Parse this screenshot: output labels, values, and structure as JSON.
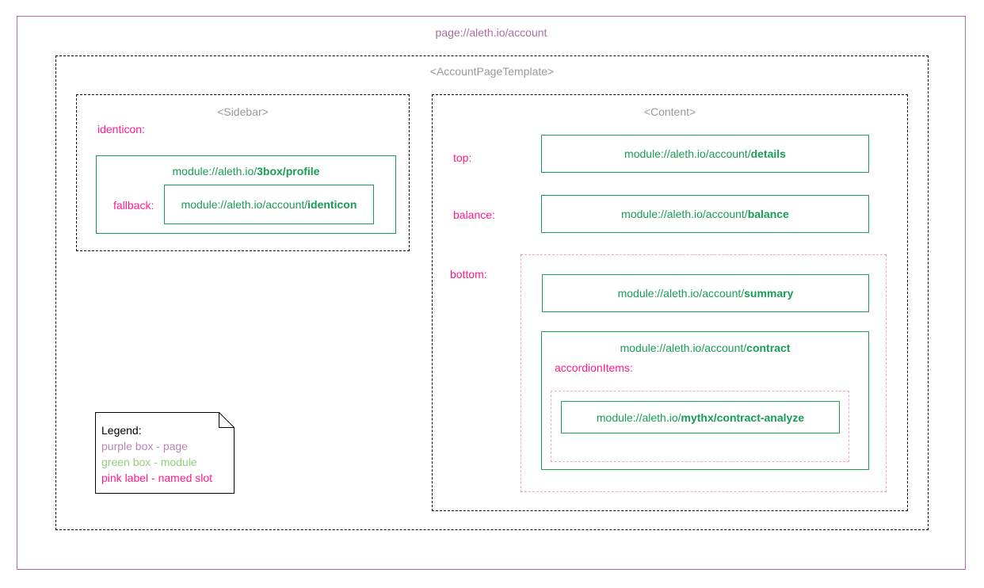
{
  "page": {
    "title": "page://aleth.io/account"
  },
  "template": {
    "label": "<AccountPageTemplate>",
    "sidebar": {
      "label": "<Sidebar>",
      "slots": {
        "identicon": "identicon:",
        "fallback": "fallback:"
      },
      "modules": {
        "profile": {
          "prefix": "module://aleth.io/",
          "name": "3box/profile"
        },
        "identicon": {
          "prefix": "module://aleth.io/account/",
          "name": "identicon"
        }
      }
    },
    "content": {
      "label": "<Content>",
      "slots": {
        "top": "top:",
        "balance": "balance:",
        "bottom": "bottom:",
        "accordion_items": "accordionItems:"
      },
      "modules": {
        "details": {
          "prefix": "module://aleth.io/account/",
          "name": "details"
        },
        "balance": {
          "prefix": "module://aleth.io/account/",
          "name": "balance"
        },
        "summary": {
          "prefix": "module://aleth.io/account/",
          "name": "summary"
        },
        "contract": {
          "prefix": "module://aleth.io/account/",
          "name": "contract"
        },
        "contract_analyze": {
          "prefix": "module://aleth.io/",
          "name": "mythx/contract-analyze"
        }
      }
    }
  },
  "legend": {
    "title": "Legend:",
    "items": [
      {
        "label": "purple box - page"
      },
      {
        "label": "green box - module"
      },
      {
        "label": "pink label - named slot"
      }
    ]
  },
  "colors": {
    "page_purple": "#ad6d9e",
    "module_green": "#189c56",
    "slot_pink": "#ff1a8c",
    "slot_group_pink": "#ff9ed2",
    "template_label_gray": "#999999",
    "legend_purple": "#b884b4",
    "legend_green": "#97cc7f",
    "legend_pink": "#ff1a8c"
  }
}
